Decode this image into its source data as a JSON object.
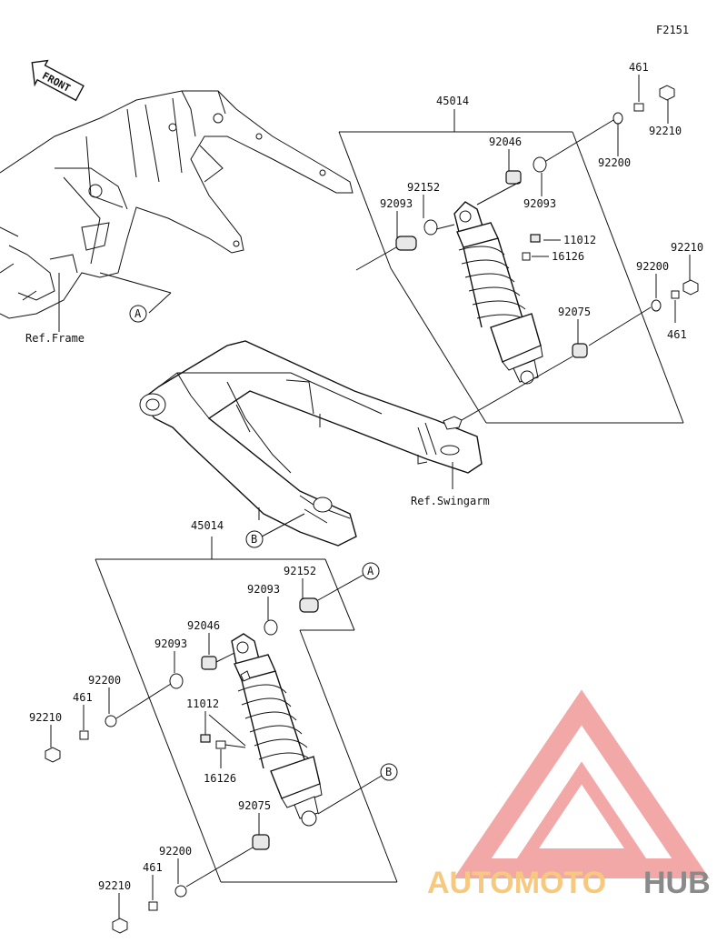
{
  "figure_code": "F2151",
  "front_label": "FRONT",
  "refs": {
    "frame": "Ref.Frame",
    "swingarm": "Ref.Swingarm"
  },
  "callouts": {
    "a": "A",
    "b": "B"
  },
  "upper_assembly": {
    "assembly_no": "45014",
    "parts": [
      "461",
      "92210",
      "92046",
      "92200",
      "92093",
      "92152",
      "92093",
      "11012",
      "16126",
      "92210",
      "92200",
      "461",
      "92075"
    ]
  },
  "lower_assembly": {
    "assembly_no": "45014",
    "parts": [
      "92152",
      "92093",
      "92046",
      "92093",
      "92200",
      "461",
      "92210",
      "11012",
      "16126",
      "92075",
      "92200",
      "461",
      "92210"
    ]
  },
  "watermark": {
    "part1": "AUTOMOTO",
    "part2": "HUB",
    "color_main": "#f5a0a0",
    "color_accent": "#f4c16a",
    "color_gray": "#8a8a8a"
  }
}
